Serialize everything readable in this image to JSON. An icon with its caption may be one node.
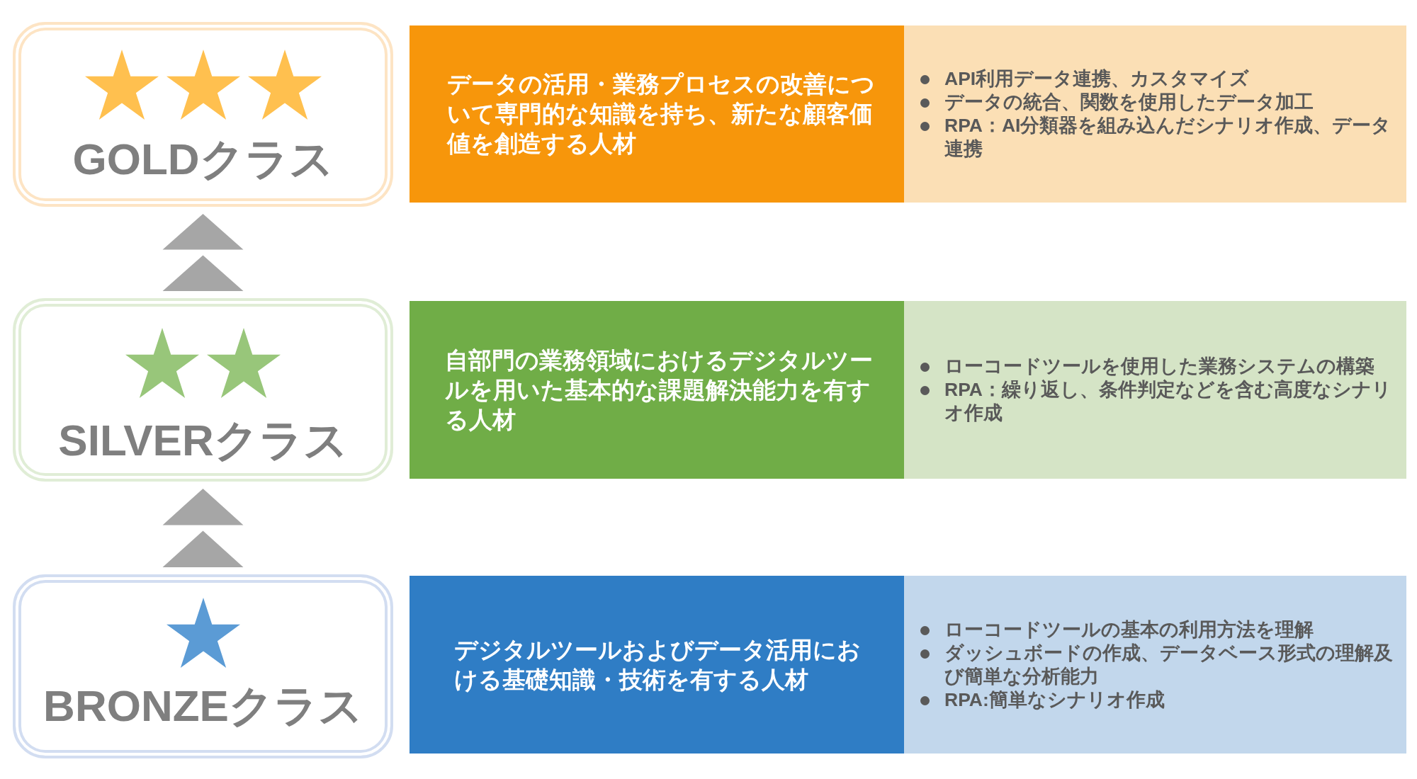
{
  "diagram": {
    "nodes": [
      {
        "text": [
          "GOLDクラス"
        ]
      },
      {
        "text": [
          "データの活用・業務プロセスの改善について専門的な知識を持ち、新たな顧客価値を創造する人材"
        ]
      },
      {
        "text": [
          "API利用データ連携、カスタマイズ",
          "データの統合、関数を使用したデータ加工",
          "RPA：AI分類器を組み込んだシナリオ作成、データ連携"
        ]
      },
      {
        "text": [
          "SILVERクラス"
        ]
      },
      {
        "text": [
          "自部門の業務領域におけるデジタルツールを用いた基本的な課題解決能力を有する人材"
        ]
      },
      {
        "text": [
          "ローコードツールを使用した業務システムの構築",
          "RPA：繰り返し、条件判定などを含む高度なシナリオ作成"
        ]
      },
      {
        "text": [
          "BRONZEクラス"
        ]
      },
      {
        "text": [
          "デジタルツールおよびデータ活用における基礎知識・技術を有する人材"
        ]
      },
      {
        "text": [
          "ローコードツールの基本の利用方法を理解",
          "ダッシュボードの作成、データベース形式の理解及び簡単な分析能力",
          "RPA:簡単なシナリオ作成"
        ]
      }
    ],
    "edges": [
      {
        "from": 3,
        "to": 0,
        "arrow": "to"
      },
      {
        "from": 6,
        "to": 3,
        "arrow": "to"
      }
    ]
  }
}
